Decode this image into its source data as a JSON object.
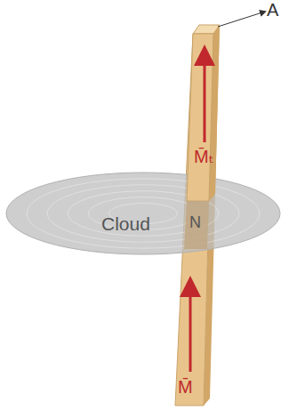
{
  "diagram": {
    "nodes": [
      {
        "text": [
          "Cloud"
        ]
      }
    ],
    "labels": [
      "A",
      "M̄ₜ",
      "N",
      "M̄"
    ]
  }
}
